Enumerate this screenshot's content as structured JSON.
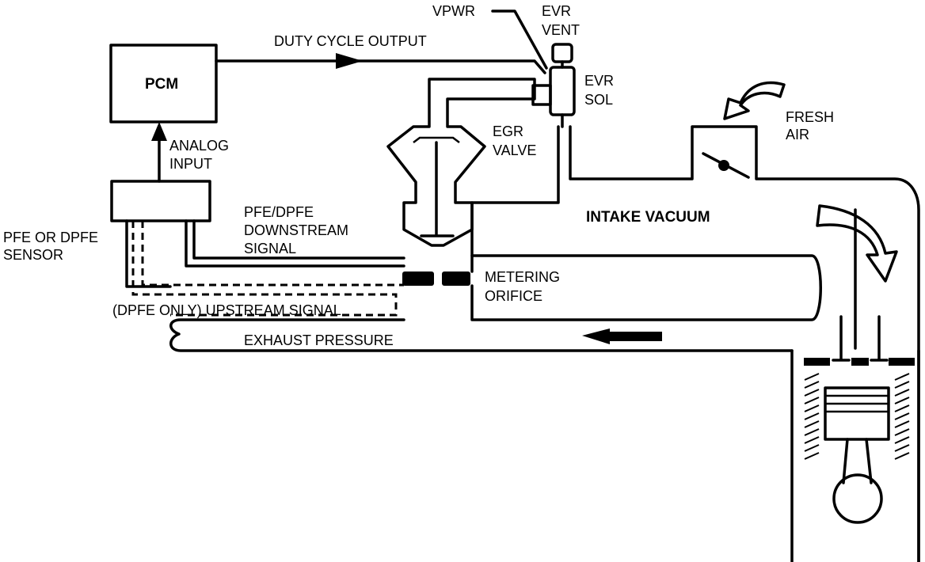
{
  "labels": {
    "vpwr": "VPWR",
    "evr_vent_1": "EVR",
    "evr_vent_2": "VENT",
    "duty_cycle": "DUTY CYCLE OUTPUT",
    "pcm": "PCM",
    "evr_sol_1": "EVR",
    "evr_sol_2": "SOL",
    "fresh_air_1": "FRESH",
    "fresh_air_2": "AIR",
    "analog_input_1": "ANALOG",
    "analog_input_2": "INPUT",
    "egr_valve_1": "EGR",
    "egr_valve_2": "VALVE",
    "intake_vacuum": "INTAKE VACUUM",
    "downstream_1": "PFE/DPFE",
    "downstream_2": "DOWNSTREAM",
    "downstream_3": "SIGNAL",
    "sensor_1": "PFE OR DPFE",
    "sensor_2": "SENSOR",
    "metering_1": "METERING",
    "metering_2": "ORIFICE",
    "upstream": "(DPFE ONLY) UPSTREAM SIGNAL",
    "exhaust": "EXHAUST PRESSURE"
  },
  "colors": {
    "line": "#000000",
    "background": "#ffffff"
  }
}
